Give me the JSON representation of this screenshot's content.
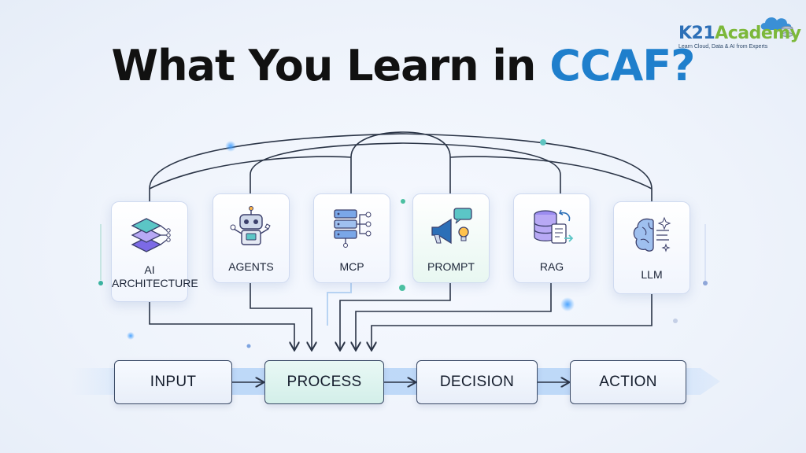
{
  "title": {
    "prefix": "What You Learn in",
    "accent": "CCAF?"
  },
  "logo": {
    "name_part1": "K21",
    "name_part2": "Academy",
    "tagline": "Learn Cloud, Data & AI from Experts"
  },
  "topics": [
    {
      "line1": "AI",
      "line2": "ARCHITECTURE",
      "icon": "layers-icon"
    },
    {
      "line1": "AGENTS",
      "line2": "",
      "icon": "robot-icon"
    },
    {
      "line1": "MCP",
      "line2": "",
      "icon": "server-icon"
    },
    {
      "line1": "PROMPT",
      "line2": "",
      "icon": "megaphone-icon"
    },
    {
      "line1": "RAG",
      "line2": "",
      "icon": "database-icon"
    },
    {
      "line1": "LLM",
      "line2": "",
      "icon": "brain-icon"
    }
  ],
  "flow": [
    "INPUT",
    "PROCESS",
    "DECISION",
    "ACTION"
  ],
  "colors": {
    "accent": "#1f7fcc",
    "brand_green": "#7cb83a",
    "brand_blue": "#2c6fb7",
    "process_fill": "#d3efe9",
    "glow": "#4aa3ff"
  }
}
